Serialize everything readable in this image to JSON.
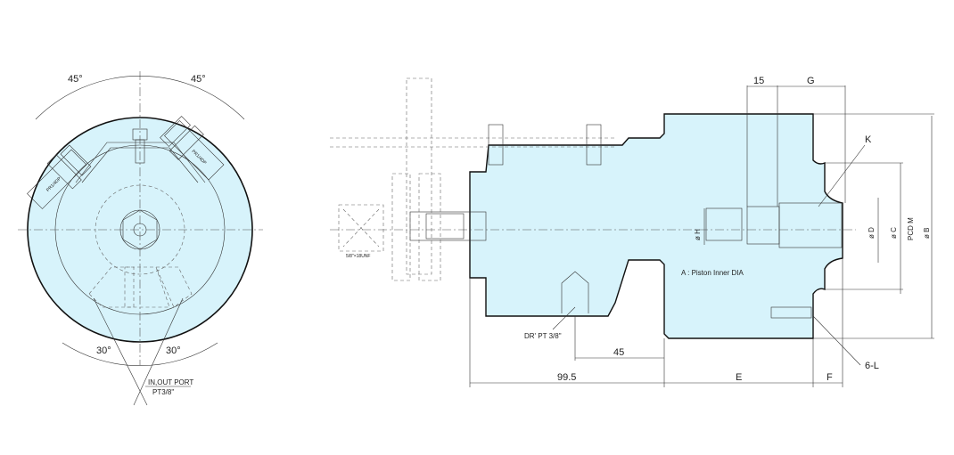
{
  "colors": {
    "body_fill": "#d7f3fb",
    "line": "#111111"
  },
  "front_view": {
    "angle_left": "45°",
    "angle_right": "45°",
    "angle_bottom_left": "30°",
    "angle_bottom_right": "30°",
    "port_label": "IN,OUT PORT",
    "port_size": "PT3/8\"",
    "valve_left_label": "PR1/4DP",
    "valve_right_label": "PR1/4DP"
  },
  "side_view": {
    "thread_label": "5/8\"×18UNF",
    "piston_note": "A : Piston Inner DIA",
    "drain_label": "DR' PT 3/8\"",
    "dims": {
      "d15": "15",
      "g": "G",
      "k": "K",
      "h": "ø H",
      "d": "ø D",
      "c": "ø C",
      "pcd": "PCD M",
      "b": "ø B",
      "d45": "45",
      "d995": "99.5",
      "e": "E",
      "f": "F",
      "l": "6-L"
    }
  }
}
